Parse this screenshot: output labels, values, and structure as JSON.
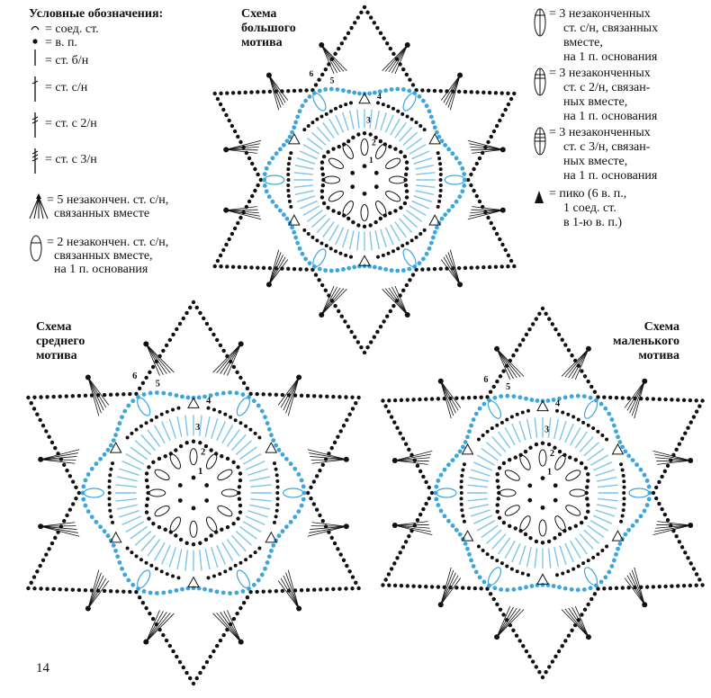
{
  "legend_left": {
    "title": "Условные обозначения:",
    "items": [
      {
        "icon": "slip-stitch-icon",
        "text": "= соед. ст."
      },
      {
        "icon": "chain-icon",
        "text": "= в. п."
      },
      {
        "icon": "single-crochet-icon",
        "text": "= ст. б/н"
      },
      {
        "icon": "double-crochet-icon",
        "text": "= ст. с/н"
      },
      {
        "icon": "treble-crochet-icon",
        "text": "= ст. с 2/н"
      },
      {
        "icon": "double-treble-icon",
        "text": "= ст. с 3/н"
      },
      {
        "icon": "cluster-5-icon",
        "lines": [
          "= 5 незакончен. ст. с/н,",
          "связанных вместе"
        ]
      },
      {
        "icon": "cluster-2-icon",
        "lines": [
          "= 2 незакончен. ст. с/н,",
          "связанных вместе,",
          "на 1 п. основания"
        ]
      }
    ]
  },
  "legend_right": {
    "items": [
      {
        "icon": "cluster-3dc-icon",
        "lines": [
          "= 3 незаконченных",
          "ст. с/н, связанных",
          "вместе,",
          "на 1 п. основания"
        ]
      },
      {
        "icon": "cluster-3tr-icon",
        "lines": [
          "= 3 незаконченных",
          "ст. с 2/н, связан-",
          "ных вместе,",
          "на 1 п. основания"
        ]
      },
      {
        "icon": "cluster-3dtr-icon",
        "lines": [
          "= 3 незаконченных",
          "ст. с 3/н, связан-",
          "ных вместе,",
          "на 1 п. основания"
        ]
      },
      {
        "icon": "picot-icon",
        "lines": [
          "= пико (6 в. п.,",
          "1 соед. ст.",
          "в 1-ю в. п.)"
        ]
      }
    ]
  },
  "motifs": [
    {
      "title": [
        "Схема",
        "большого",
        "мотива"
      ],
      "rows": [
        "1",
        "2",
        "3",
        "4",
        "5",
        "6"
      ]
    },
    {
      "title": [
        "Схема",
        "среднего",
        "мотива"
      ],
      "rows": [
        "1",
        "2",
        "3",
        "4",
        "5",
        "6"
      ]
    },
    {
      "title": [
        "Схема",
        "маленького",
        "мотива"
      ],
      "rows": [
        "1",
        "2",
        "3",
        "4",
        "5",
        "6"
      ]
    }
  ],
  "colors": {
    "blue": "#3aa6dd",
    "light_blue": "#7cc4ea",
    "black": "#111111"
  },
  "page_number": "14"
}
